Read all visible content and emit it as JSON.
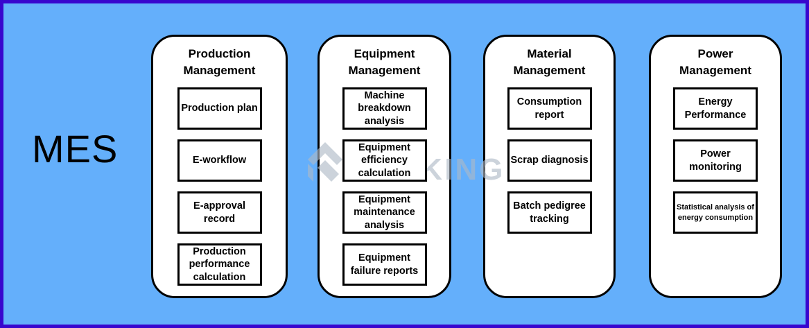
{
  "mes_label": "MES",
  "watermark": {
    "text": "TRUKING"
  },
  "colors": {
    "background": "#64AFFB",
    "frame_border": "#3806CE",
    "card_background": "#FFFFFF",
    "card_border": "#000000",
    "text": "#000000",
    "watermark": "#AEB9C6"
  },
  "columns": [
    {
      "title": "Production\nManagement",
      "items": [
        "Production plan",
        "E-workflow",
        "E-approval record",
        "Production performance calculation"
      ]
    },
    {
      "title": "Equipment\nManagement",
      "items": [
        "Machine breakdown analysis",
        "Equipment efficiency calculation",
        "Equipment maintenance analysis",
        "Equipment failure reports"
      ]
    },
    {
      "title": "Material\nManagement",
      "items": [
        "Consumption report",
        "Scrap diagnosis",
        "Batch pedigree tracking"
      ]
    },
    {
      "title": "Power\nManagement",
      "items": [
        "Energy Performance",
        "Power monitoring",
        "Statistical analysis of energy consumption"
      ]
    }
  ]
}
